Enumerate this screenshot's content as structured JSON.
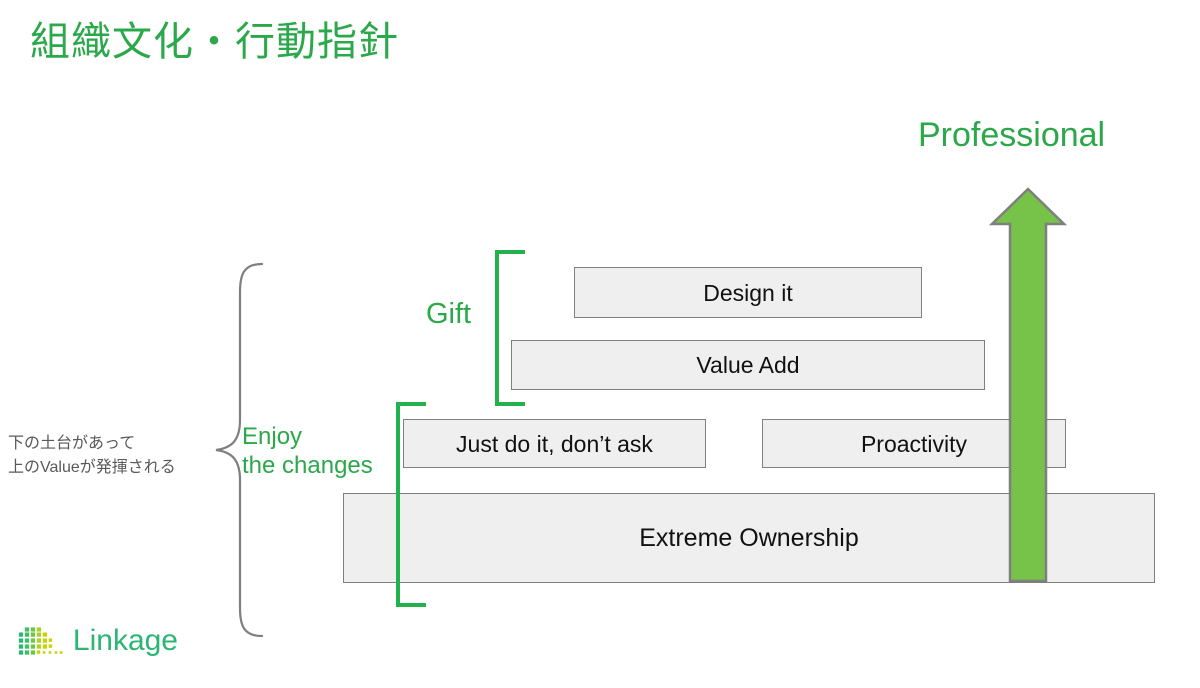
{
  "slide": {
    "title": "組織文化・行動指針",
    "background_color": "#FFFFFF"
  },
  "colors": {
    "brand_green": "#2BA84A",
    "bracket_green": "#22B14C",
    "arrow_green": "#77C248",
    "arrow_outline": "#7F7F7F",
    "box_fill": "#EFEFEF",
    "box_border": "#7F7F7F",
    "note_gray": "#595959",
    "logo_green": "#2BB673",
    "logo_lime": "#C8D400"
  },
  "top_label": {
    "text": "Professional"
  },
  "arrow": {
    "name": "up-arrow-icon",
    "direction": "up",
    "fill": "#77C248"
  },
  "groups": [
    {
      "id": "gift",
      "label": "Gift"
    },
    {
      "id": "enjoy",
      "label": "Enjoy\nthe changes",
      "line1": "Enjoy",
      "line2": "the changes"
    }
  ],
  "boxes": [
    {
      "id": "design-it",
      "label": "Design it"
    },
    {
      "id": "value-add",
      "label": "Value Add"
    },
    {
      "id": "just-do-it",
      "label": "Just do it, don’t ask"
    },
    {
      "id": "proactivity",
      "label": "Proactivity"
    },
    {
      "id": "extreme",
      "label": "Extreme Ownership"
    }
  ],
  "left_note": {
    "line1": "下の土台があって",
    "line2": "上のValueが発揮される"
  },
  "logo": {
    "wordmark": "Linkage"
  }
}
